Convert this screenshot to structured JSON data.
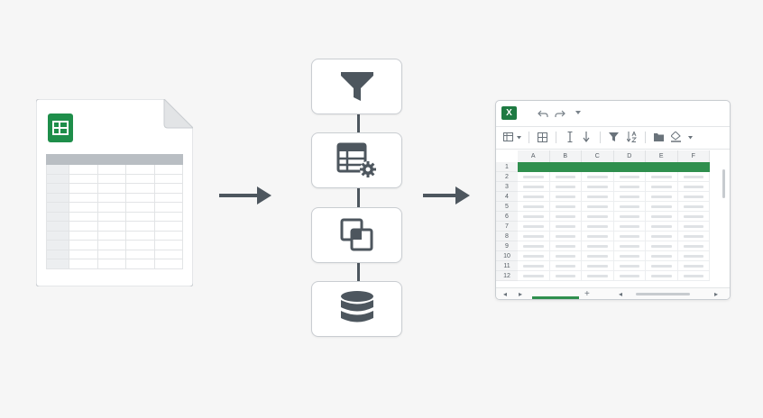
{
  "icons": {
    "source": "google-sheets-icon",
    "steps": [
      "filter-icon",
      "table-settings-icon",
      "copy-icon",
      "database-icon"
    ],
    "target": "excel-icon"
  },
  "colors": {
    "sheets_green": "#1e8e4a",
    "excel_green": "#1e7a42",
    "header_row_green": "#2f8f4e",
    "icon_dark": "#4d565e",
    "background": "#f6f6f6"
  },
  "excel": {
    "logo_text": "X",
    "columns": [
      "A",
      "B",
      "C",
      "D",
      "E",
      "F"
    ],
    "rows": [
      "1",
      "2",
      "3",
      "4",
      "5",
      "6",
      "7",
      "8",
      "9",
      "10",
      "11",
      "12"
    ],
    "highlighted_row": "1",
    "add_sheet": "+"
  }
}
